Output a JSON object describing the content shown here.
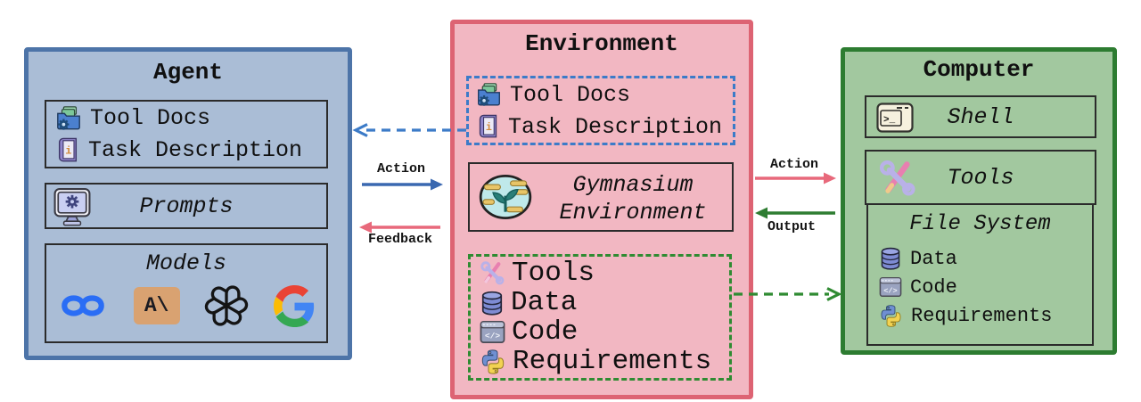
{
  "agent": {
    "title": "Agent",
    "context": {
      "items": [
        {
          "icon": "tool-docs-icon",
          "label": "Tool Docs"
        },
        {
          "icon": "task-description-icon",
          "label": "Task Description"
        }
      ]
    },
    "prompts": {
      "icon": "prompts-icon",
      "label": "Prompts"
    },
    "models": {
      "label": "Models",
      "logos": [
        {
          "icon": "meta-logo",
          "name": "Meta"
        },
        {
          "icon": "anthropic-logo",
          "name": "Anthropic",
          "monogram": "A\\"
        },
        {
          "icon": "openai-logo",
          "name": "OpenAI"
        },
        {
          "icon": "google-logo",
          "name": "Google"
        }
      ]
    }
  },
  "environment": {
    "title": "Environment",
    "context": {
      "items": [
        {
          "icon": "tool-docs-icon",
          "label": "Tool Docs"
        },
        {
          "icon": "task-description-icon",
          "label": "Task Description"
        }
      ]
    },
    "gymnasium": {
      "icon": "gymnasium-icon",
      "line1": "Gymnasium",
      "line2": "Environment"
    },
    "resources": {
      "items": [
        {
          "icon": "tools-icon",
          "label": "Tools"
        },
        {
          "icon": "data-icon",
          "label": "Data"
        },
        {
          "icon": "code-icon",
          "label": "Code"
        },
        {
          "icon": "python-icon",
          "label": "Requirements"
        }
      ]
    }
  },
  "computer": {
    "title": "Computer",
    "shell": {
      "icon": "shell-icon",
      "label": "Shell",
      "prompt_glyph": ">_"
    },
    "tools": {
      "icon": "tools-icon",
      "label": "Tools"
    },
    "file_system": {
      "title": "File System",
      "items": [
        {
          "icon": "data-icon",
          "label": "Data"
        },
        {
          "icon": "code-icon",
          "label": "Code"
        },
        {
          "icon": "python-icon",
          "label": "Requirements"
        }
      ]
    }
  },
  "glyphs": {
    "code": "</>"
  },
  "flows": {
    "agent_action": {
      "label": "Action",
      "color": "#3a68b0",
      "style": "solid",
      "direction": "agent-to-environment"
    },
    "feedback": {
      "label": "Feedback",
      "color": "#e8697b",
      "style": "solid",
      "direction": "environment-to-agent"
    },
    "computer_action": {
      "label": "Action",
      "color": "#e8697b",
      "style": "solid",
      "direction": "environment-to-computer"
    },
    "output": {
      "label": "Output",
      "color": "#2e7d32",
      "style": "solid",
      "direction": "computer-to-environment"
    },
    "context_to_agent": {
      "label": "",
      "color": "#3c7bc8",
      "style": "dashed",
      "direction": "environment-to-agent"
    },
    "resources_to_computer": {
      "label": "",
      "color": "#2f8b32",
      "style": "dashed",
      "direction": "environment-to-computer"
    }
  },
  "colors": {
    "agent_bg": "#aabdd6",
    "agent_border": "#4d74a8",
    "environment_bg": "#f2b7c2",
    "environment_border": "#dd6373",
    "computer_bg": "#a2c89f",
    "computer_border": "#2d7c31",
    "inner_border": "#2b2b2b",
    "context_dash_blue": "#3c7bc8",
    "resource_dash_green": "#2f8b32"
  }
}
